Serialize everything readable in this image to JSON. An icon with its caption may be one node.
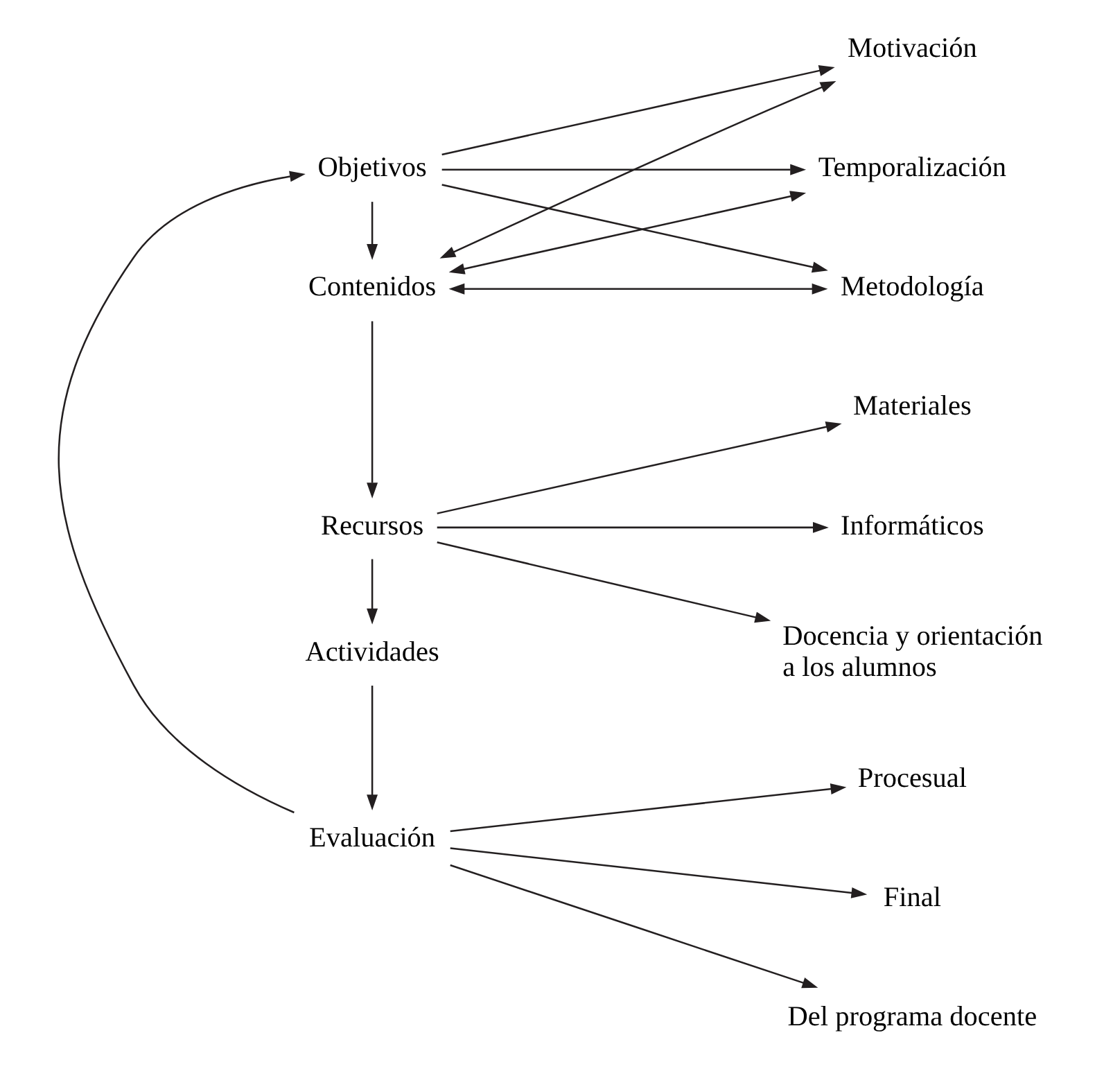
{
  "diagram": {
    "nodes": [
      {
        "text": [
          "Objetivos"
        ]
      },
      {
        "text": [
          "Contenidos"
        ]
      },
      {
        "text": [
          "Recursos"
        ]
      },
      {
        "text": [
          "Actividades"
        ]
      },
      {
        "text": [
          "Evaluación"
        ]
      },
      {
        "text": [
          "Motivación"
        ]
      },
      {
        "text": [
          "Temporalización"
        ]
      },
      {
        "text": [
          "Metodología"
        ]
      },
      {
        "text": [
          "Materiales"
        ]
      },
      {
        "text": [
          "Informáticos"
        ]
      },
      {
        "text": [
          "Docencia y orientación a los alumnos"
        ]
      },
      {
        "text": [
          "Procesual"
        ]
      },
      {
        "text": [
          "Final"
        ]
      },
      {
        "text": [
          "Del programa docente"
        ]
      }
    ],
    "edges": [
      {
        "from": 0,
        "to": 1,
        "arrow": "to"
      },
      {
        "from": 1,
        "to": 2,
        "arrow": "to"
      },
      {
        "from": 2,
        "to": 3,
        "arrow": "to"
      },
      {
        "from": 3,
        "to": 4,
        "arrow": "to"
      },
      {
        "from": 4,
        "to": 0,
        "arrow": "to"
      },
      {
        "from": 0,
        "to": 5,
        "arrow": "to"
      },
      {
        "from": 0,
        "to": 6,
        "arrow": "to"
      },
      {
        "from": 0,
        "to": 7,
        "arrow": "to"
      },
      {
        "from": 1,
        "to": 5,
        "arrow": "both"
      },
      {
        "from": 1,
        "to": 6,
        "arrow": "both"
      },
      {
        "from": 1,
        "to": 7,
        "arrow": "both"
      },
      {
        "from": 2,
        "to": 8,
        "arrow": "to"
      },
      {
        "from": 2,
        "to": 9,
        "arrow": "to"
      },
      {
        "from": 2,
        "to": 10,
        "arrow": "to"
      },
      {
        "from": 4,
        "to": 11,
        "arrow": "to"
      },
      {
        "from": 4,
        "to": 12,
        "arrow": "to"
      },
      {
        "from": 4,
        "to": 13,
        "arrow": "to"
      }
    ]
  }
}
